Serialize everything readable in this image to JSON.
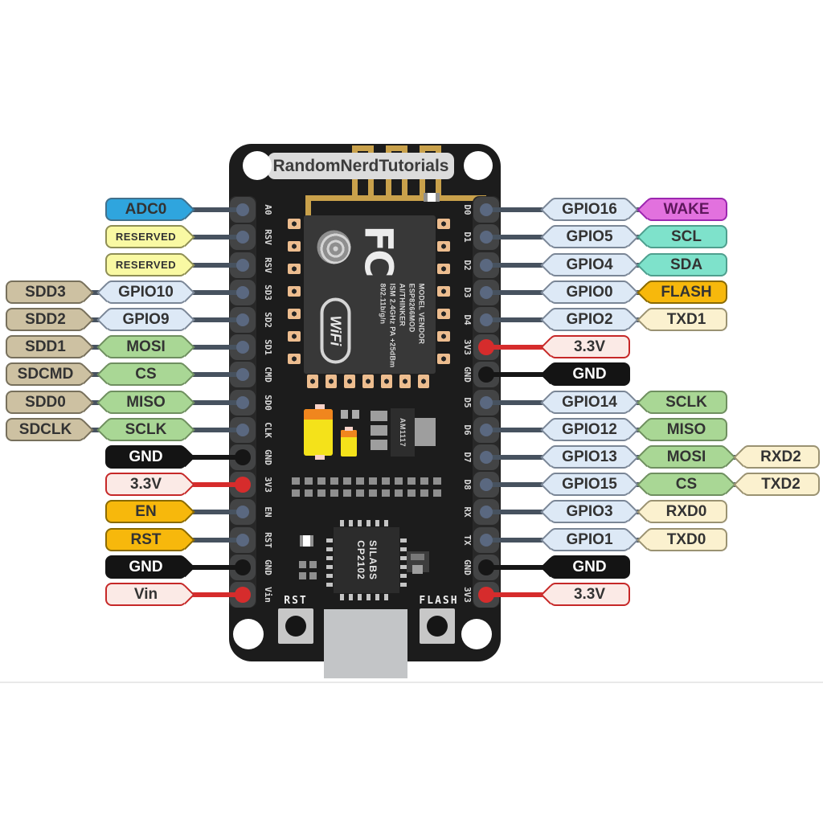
{
  "title": "RandomNerdTutorials",
  "module": {
    "fcc": "FC",
    "text": "MODEL  VENDOR\nESP8266MOD  AI/THINKER\nISM 2.4GHz  PA +25dBm\n802.11b/g/n",
    "wifi": "WiFi",
    "regulator": "AM1117",
    "usb_chip": "SILABS\nCP2102"
  },
  "buttons": {
    "reset": "RST",
    "flash": "FLASH"
  },
  "left_pins": [
    {
      "silk": "A0",
      "label": "ADC0"
    },
    {
      "silk": "RSV",
      "label": "RESERVED"
    },
    {
      "silk": "RSV",
      "label": "RESERVED"
    },
    {
      "silk": "SD3",
      "sub": "SDD3",
      "label": "GPIO10"
    },
    {
      "silk": "SD2",
      "sub": "SDD2",
      "label": "GPIO9"
    },
    {
      "silk": "SD1",
      "sub": "SDD1",
      "label": "MOSI"
    },
    {
      "silk": "CMD",
      "sub": "SDCMD",
      "label": "CS"
    },
    {
      "silk": "SD0",
      "sub": "SDD0",
      "label": "MISO"
    },
    {
      "silk": "CLK",
      "sub": "SDCLK",
      "label": "SCLK"
    },
    {
      "silk": "GND",
      "label": "GND"
    },
    {
      "silk": "3V3",
      "label": "3.3V"
    },
    {
      "silk": "EN",
      "label": "EN"
    },
    {
      "silk": "RST",
      "label": "RST"
    },
    {
      "silk": "GND",
      "label": "GND"
    },
    {
      "silk": "Vin",
      "label": "Vin"
    }
  ],
  "right_pins": [
    {
      "silk": "D0",
      "label": "GPIO16",
      "sub": "WAKE"
    },
    {
      "silk": "D1",
      "label": "GPIO5",
      "sub": "SCL"
    },
    {
      "silk": "D2",
      "label": "GPIO4",
      "sub": "SDA"
    },
    {
      "silk": "D3",
      "label": "GPIO0",
      "sub": "FLASH"
    },
    {
      "silk": "D4",
      "label": "GPIO2",
      "sub": "TXD1"
    },
    {
      "silk": "3V3",
      "label": "3.3V"
    },
    {
      "silk": "GND",
      "label": "GND"
    },
    {
      "silk": "D5",
      "label": "GPIO14",
      "sub": "SCLK"
    },
    {
      "silk": "D6",
      "label": "GPIO12",
      "sub": "MISO"
    },
    {
      "silk": "D7",
      "label": "GPIO13",
      "sub": "MOSI",
      "sub2": "RXD2"
    },
    {
      "silk": "D8",
      "label": "GPIO15",
      "sub": "CS",
      "sub2": "TXD2"
    },
    {
      "silk": "RX",
      "label": "GPIO3",
      "sub": "RXD0"
    },
    {
      "silk": "TX",
      "label": "GPIO1",
      "sub": "TXD0"
    },
    {
      "silk": "GND",
      "label": "GND"
    },
    {
      "silk": "3V3",
      "label": "3.3V"
    }
  ],
  "colors": {
    "adc_blue": "#2FA5DE",
    "reserved_yellow": "#F9F9A3",
    "sd_tan": "#CDC1A2",
    "gpio_blue": "#DDE9F6",
    "spi_green": "#A9D795",
    "gnd_black": "#141414",
    "power_pink": "#FBEAE6",
    "power_red": "#C62828",
    "amber": "#F7B80C",
    "wake_magenta": "#E271DE",
    "i2c_teal": "#7EE2CB",
    "uart_cream": "#FBF1CF",
    "wire_slate": "#47525F",
    "wire_red": "#D62C2C",
    "antenna_gold": "#C9A14B",
    "board_black": "#1c1c1c"
  }
}
